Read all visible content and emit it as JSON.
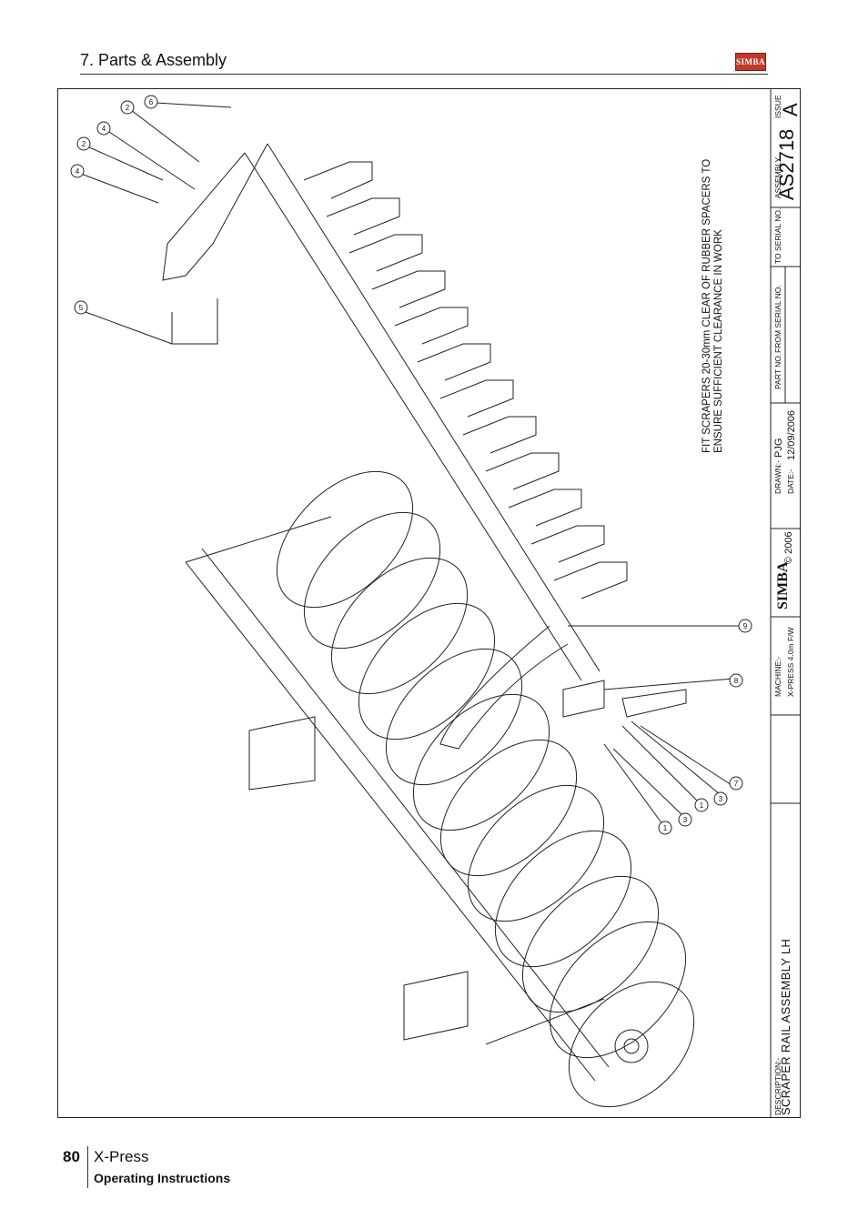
{
  "header": {
    "section_title": "7. Parts & Assembly",
    "logo_text": "SIMBA"
  },
  "drawing": {
    "note_line1": "FIT SCRAPERS 20-30mm CLEAR OF RUBBER SPACERS TO",
    "note_line2": "ENSURE SUFFICIENT CLEARANCE IN WORK",
    "callouts": [
      "6",
      "2",
      "4",
      "2",
      "4",
      "5",
      "9",
      "8",
      "7",
      "3",
      "1",
      "3",
      "1"
    ]
  },
  "title_block": {
    "issue_label": "ISSUE",
    "issue_value": "A",
    "assembly_label": "ASSEMBLY",
    "assembly_number": "AS2718",
    "to_serial_label": "TO SERIAL NO.",
    "from_serial_label": "FROM SERIAL NO.",
    "part_no_label": "PART NO.",
    "drawn_label": "DRAWN:-",
    "drawn_value": "PJG",
    "date_label": "DATE:-",
    "date_value": "12/09/2006",
    "brand": "SIMBA",
    "copyright": "© 2006",
    "machine_label": "MACHINE:-",
    "machine_value": "X-PRESS 4.0m F/W",
    "description_label": "DESCRIPTION:-",
    "description_value": "SCRAPER RAIL ASSEMBLY LH"
  },
  "footer": {
    "page_number": "80",
    "product": "X-Press",
    "subtitle": "Operating Instructions"
  }
}
